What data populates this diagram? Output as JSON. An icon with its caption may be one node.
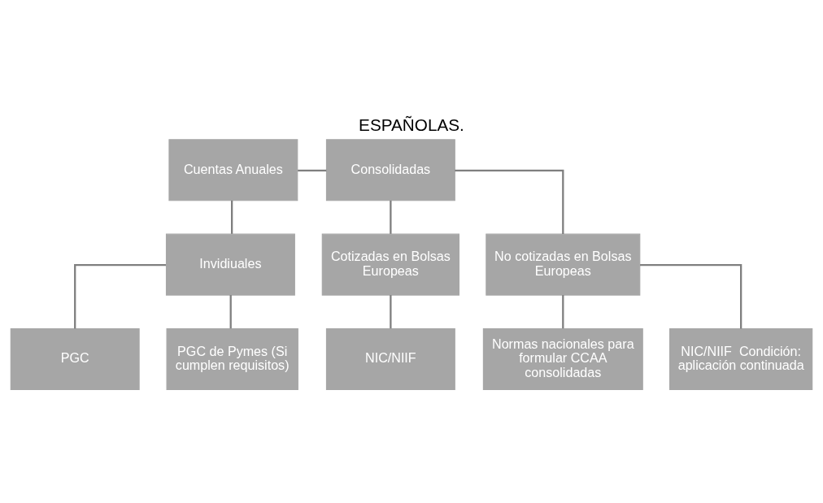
{
  "diagram": {
    "title": "ESPAÑOLAS.",
    "nodes": [
      {
        "text": [
          "Cuentas Anuales"
        ]
      },
      {
        "text": [
          "Consolidadas"
        ]
      },
      {
        "text": [
          "Invidiuales"
        ]
      },
      {
        "text": [
          "PGC"
        ]
      },
      {
        "text": [
          "PGC de Pymes (Si cumplen requisitos)"
        ]
      },
      {
        "text": [
          "Cotizadas en Bolsas Europeas"
        ]
      },
      {
        "text": [
          "No cotizadas en Bolsas Europeas"
        ]
      },
      {
        "text": [
          "NIC/NIIF"
        ]
      },
      {
        "text": [
          "Normas nacionales para formular CCAA consolidadas"
        ]
      },
      {
        "text": [
          "NIC/NIIF  Condición: aplicación continuada"
        ]
      }
    ],
    "edges": [
      {
        "from": 0,
        "to": 1,
        "arrow": "none"
      },
      {
        "from": 0,
        "to": 2,
        "arrow": "none"
      },
      {
        "from": 2,
        "to": 3,
        "arrow": "none"
      },
      {
        "from": 2,
        "to": 4,
        "arrow": "none"
      },
      {
        "from": 1,
        "to": 5,
        "arrow": "none"
      },
      {
        "from": 1,
        "to": 6,
        "arrow": "none"
      },
      {
        "from": 5,
        "to": 7,
        "arrow": "none"
      },
      {
        "from": 6,
        "to": 8,
        "arrow": "none"
      },
      {
        "from": 6,
        "to": 9,
        "arrow": "none"
      }
    ]
  }
}
